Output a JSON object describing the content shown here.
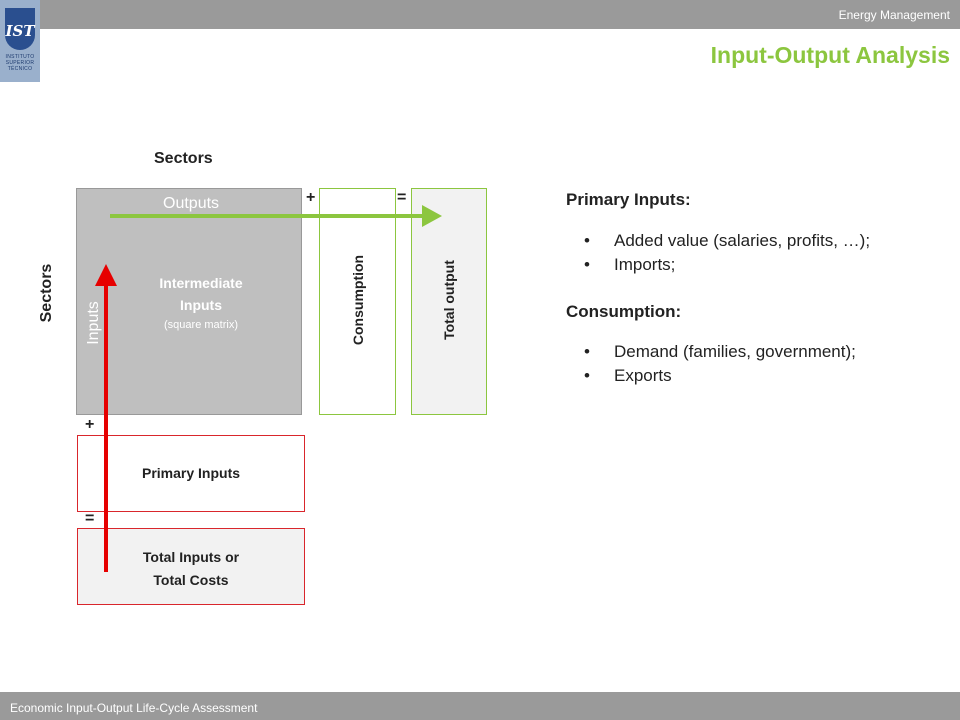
{
  "header": {
    "course": "Energy Management",
    "title": "Input-Output Analysis",
    "logo_lines": [
      "INSTITUTO",
      "SUPERIOR",
      "TÉCNICO"
    ]
  },
  "footer": {
    "text": "Economic Input-Output Life-Cycle Assessment"
  },
  "diagram": {
    "sectors_top": "Sectors",
    "sectors_left": "Sectors",
    "matrix_title": "Intermediate Inputs",
    "matrix_sub": "(square matrix)",
    "outputs_label": "Outputs",
    "inputs_label": "Inputs",
    "plus_top": "+",
    "equals_top": "=",
    "plus_left": "+",
    "equals_left": "=",
    "consumption": "Consumption",
    "total_output": "Total output",
    "primary_inputs": "Primary Inputs",
    "total_inputs_line1": "Total Inputs or",
    "total_inputs_line2": "Total Costs",
    "colors": {
      "green": "#8cc63f",
      "red": "#e60000",
      "matrix_fill": "#bfbfbf",
      "box_red": "#d9262c"
    }
  },
  "notes": {
    "primary_heading": "Primary Inputs:",
    "primary_items": [
      "Added value (salaries, profits, …);",
      "Imports;"
    ],
    "consumption_heading": "Consumption:",
    "consumption_items": [
      "Demand (families, government);",
      "Exports"
    ]
  }
}
